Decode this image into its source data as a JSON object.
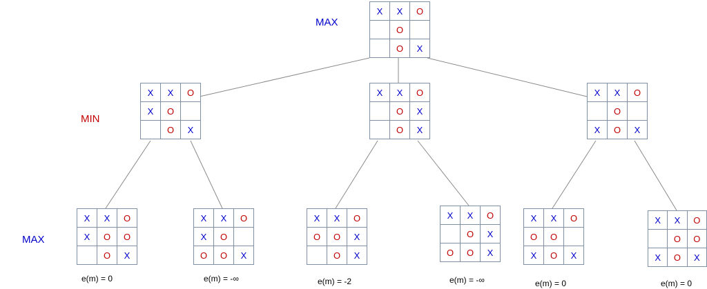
{
  "colors": {
    "x": "#0000cc",
    "o": "#c00000",
    "max_label": "#0000cc",
    "min_label": "#c00000",
    "edge": "#8a8a8a",
    "grid": "#7f8fa6"
  },
  "labels": {
    "root": "MAX",
    "middle": "MIN",
    "leaves": "MAX"
  },
  "boards": {
    "root": [
      [
        "X",
        "X",
        "O"
      ],
      [
        "",
        "O",
        ""
      ],
      [
        "",
        "O",
        "X"
      ]
    ],
    "mid1": [
      [
        "X",
        "X",
        "O"
      ],
      [
        "X",
        "O",
        ""
      ],
      [
        "",
        "O",
        "X"
      ]
    ],
    "mid2": [
      [
        "X",
        "X",
        "O"
      ],
      [
        "",
        "O",
        "X"
      ],
      [
        "",
        "O",
        "X"
      ]
    ],
    "mid3": [
      [
        "X",
        "X",
        "O"
      ],
      [
        "",
        "O",
        ""
      ],
      [
        "X",
        "O",
        "X"
      ]
    ],
    "leaf1": [
      [
        "X",
        "X",
        "O"
      ],
      [
        "X",
        "O",
        "O"
      ],
      [
        "",
        "O",
        "X"
      ]
    ],
    "leaf2": [
      [
        "X",
        "X",
        "O"
      ],
      [
        "X",
        "O",
        ""
      ],
      [
        "O",
        "O",
        "X"
      ]
    ],
    "leaf3": [
      [
        "X",
        "X",
        "O"
      ],
      [
        "O",
        "O",
        "X"
      ],
      [
        "",
        "O",
        "X"
      ]
    ],
    "leaf4": [
      [
        "X",
        "X",
        "O"
      ],
      [
        "",
        "O",
        "X"
      ],
      [
        "O",
        "O",
        "X"
      ]
    ],
    "leaf5": [
      [
        "X",
        "X",
        "O"
      ],
      [
        "O",
        "O",
        ""
      ],
      [
        "X",
        "O",
        "X"
      ]
    ],
    "leaf6": [
      [
        "X",
        "X",
        "O"
      ],
      [
        "",
        "O",
        "O"
      ],
      [
        "X",
        "O",
        "X"
      ]
    ]
  },
  "evals": {
    "leaf1": "e(m) = 0",
    "leaf2": "e(m) = -∞",
    "leaf3": "e(m) = -2",
    "leaf4": "e(m) = -∞",
    "leaf5": "e(m) = 0",
    "leaf6": "e(m) = 0"
  }
}
